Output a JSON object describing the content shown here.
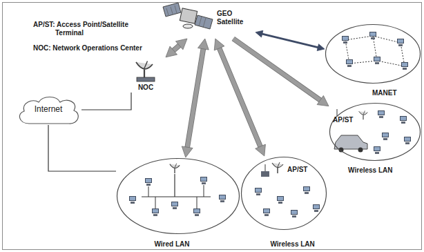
{
  "diagram": {
    "nodes": [
      {
        "text": [
          "GEO Satellite"
        ]
      },
      {
        "text": [
          "Internet"
        ]
      },
      {
        "text": [
          "NOC"
        ]
      },
      {
        "text": [
          "Wired LAN"
        ]
      },
      {
        "text": [
          "Wireless LAN"
        ]
      },
      {
        "text": [
          "Wireless LAN"
        ]
      },
      {
        "text": [
          "MANET"
        ]
      }
    ],
    "edges": [
      {
        "from": 0,
        "to": 2,
        "arrow": "both"
      },
      {
        "from": 0,
        "to": 3,
        "arrow": "both"
      },
      {
        "from": 0,
        "to": 4,
        "arrow": "both"
      },
      {
        "from": 0,
        "to": 5,
        "arrow": "to"
      },
      {
        "from": 0,
        "to": 6,
        "arrow": "both"
      },
      {
        "from": 1,
        "to": 2,
        "arrow": "none"
      },
      {
        "from": 1,
        "to": 3,
        "arrow": "none"
      }
    ],
    "labels": [
      "AP/ST: Access Point/Satellite Terminal",
      "NOC: Network Operations Center",
      "AP/ST",
      "AP/ST"
    ]
  }
}
